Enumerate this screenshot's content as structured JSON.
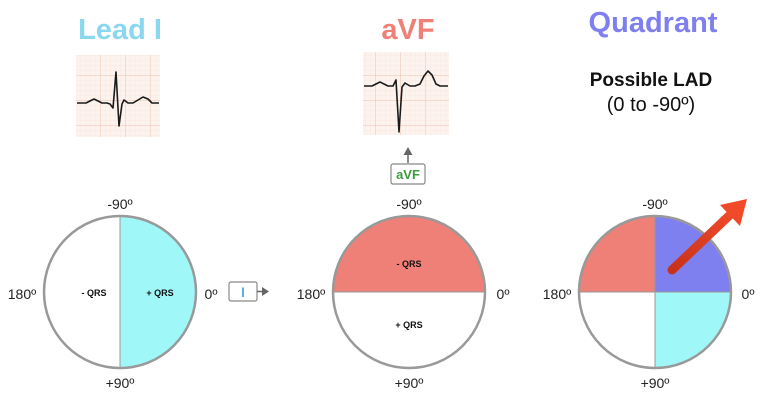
{
  "panels": [
    {
      "title": "Lead I",
      "title_color": "#8ad8f0",
      "positive_label": "+ QRS",
      "negative_label": "- QRS",
      "tag": "I"
    },
    {
      "title": "aVF",
      "title_color": "#ee8077",
      "positive_label": "+ QRS",
      "negative_label": "- QRS",
      "tag": "aVF"
    },
    {
      "title": "Quadrant",
      "title_color": "#7f80ee",
      "caption_main": "Possible LAD",
      "caption_sub": "(0 to -90º)"
    }
  ],
  "axis_labels": {
    "top": "-90º",
    "bottom": "+90º",
    "left": "180º",
    "right": "0º"
  },
  "colors": {
    "cyan": "#9ff7f8",
    "salmon": "#ef8078",
    "periwinkle": "#7f80ef",
    "arrow": "#e83a1e",
    "ring": "#999999",
    "grid": "#f3d8cc",
    "trace": "#1a1a1a"
  }
}
